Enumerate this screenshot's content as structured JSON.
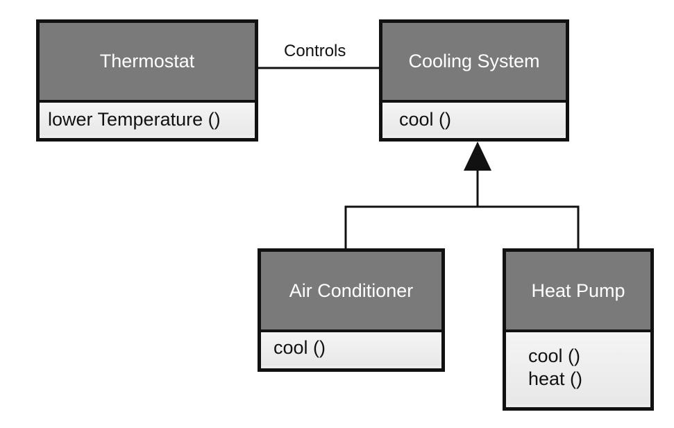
{
  "association": {
    "label": "Controls"
  },
  "classes": {
    "thermostat": {
      "name": "Thermostat",
      "methods": [
        "lower Temperature ()"
      ]
    },
    "cooling_system": {
      "name": "Cooling System",
      "methods": [
        "cool ()"
      ]
    },
    "air_conditioner": {
      "name": "Air Conditioner",
      "methods": [
        "cool ()"
      ]
    },
    "heat_pump": {
      "name": "Heat Pump",
      "methods": [
        "cool ()",
        "heat ()"
      ]
    }
  },
  "colors": {
    "header_fill": "#7a7a7a",
    "body_fill": "#ededed",
    "border": "#111111"
  }
}
